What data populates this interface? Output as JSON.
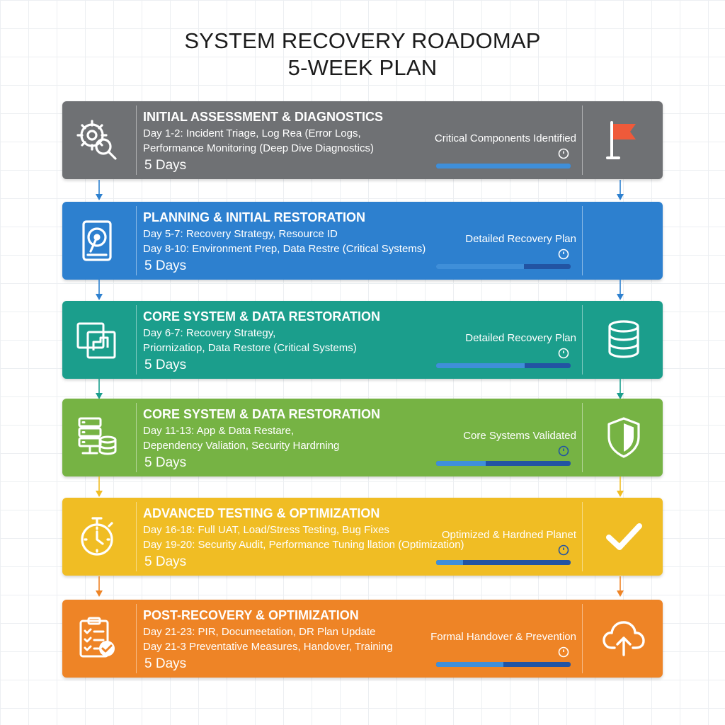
{
  "title": {
    "line1": "SYSTEM RECOVERY ROADOMAP",
    "line2": "5-WEEK PLAN"
  },
  "phases": [
    {
      "title": "INITIAL ASSESSMENT & DIAGNOSTICS",
      "line1": "Day 1-2: Incident Triage, Log Rea (Error Logs,",
      "line2": "Performance Monitoring (Deep Dive Diagnostics)",
      "duration": "5 Days",
      "milestone": "Critical Components Identified",
      "progress": 1.0,
      "color": "#6f7174",
      "left_icon": "gear-magnifier-icon",
      "right_icon": "flag-icon"
    },
    {
      "title": "PLANNING & INITIAL RESTORATION",
      "line1": "Day 5-7: Recovery Strategy, Resource ID",
      "line2": "Day 8-10: Environment Prep, Data Restre (Critical Systems)",
      "duration": "5 Days",
      "milestone": "Detailed Recovery Plan",
      "progress": 0.65,
      "color": "#2d80cf",
      "left_icon": "hard-drive-icon",
      "right_icon": ""
    },
    {
      "title": "CORE SYSTEM & DATA RESTORATION",
      "line1": "Day 6-7: Recovery Strategy,",
      "line2": "Priornizatiop, Data Restore (Critical Systems)",
      "duration": "5 Days",
      "milestone": "Detailed Recovery Plan",
      "progress": 0.66,
      "color": "#1b9e8c",
      "left_icon": "windows-icon",
      "right_icon": "database-icon"
    },
    {
      "title": "CORE SYSTEM & DATA RESTORATION",
      "line1": "Day 11-13: App & Data Restare,",
      "line2": "Dependency Valiation, Security Hardrning",
      "duration": "5 Days",
      "milestone": "Core Systems Validated",
      "progress": 0.37,
      "color": "#76b344",
      "left_icon": "server-database-icon",
      "right_icon": "shield-icon"
    },
    {
      "title": "ADVANCED TESTING & OPTIMIZATION",
      "line1": "Day 16-18: Full UAT, Load/Stress Testing, Bug Fixes",
      "line2": "Day 19-20: Security Audit, Performance Tuning llation (Optimization)",
      "duration": "5 Days",
      "milestone": "Optimized & Hardned Planet",
      "progress": 0.2,
      "color": "#f0bd24",
      "left_icon": "stopwatch-icon",
      "right_icon": "checkmark-icon"
    },
    {
      "title": "POST-RECOVERY & OPTIMIZATION",
      "line1": "Day 21-23: PIR, Documeetation, DR Plan Update",
      "line2": "Day 21-3 Preventative Measures, Handover, Training",
      "duration": "5 Days",
      "milestone": "Formal Handover & Prevention",
      "progress": 0.5,
      "color": "#ee8426",
      "left_icon": "checklist-icon",
      "right_icon": "cloud-upload-icon"
    }
  ],
  "arrow_colors": [
    "#2d80cf",
    "#2d80cf",
    "#1b9e8c",
    "#f0bd24",
    "#ee8426"
  ]
}
